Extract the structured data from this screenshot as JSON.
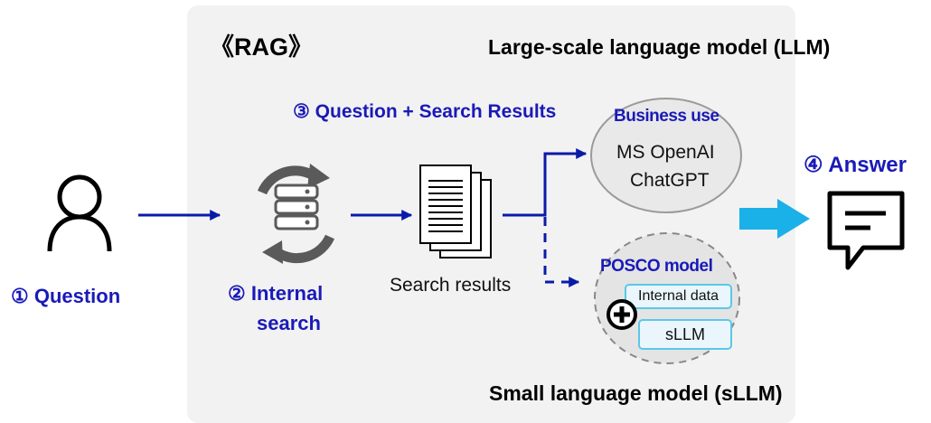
{
  "panel": {
    "title": "《RAG》"
  },
  "llm": {
    "title": "Large-scale language model (LLM)",
    "business_use": "Business use",
    "line1": "MS OpenAI",
    "line2": "ChatGPT"
  },
  "sllm": {
    "title": "Small language model (sLLM)",
    "model_name": "POSCO model",
    "internal_data": "Internal data",
    "sllm_label": "sLLM"
  },
  "steps": {
    "question": "① Question",
    "internal_search_line1": "② Internal",
    "internal_search_line2": "search",
    "question_plus_results": "③ Question + Search Results",
    "answer": "④ Answer"
  },
  "documents": {
    "label": "Search results"
  },
  "colors": {
    "panel_bg": "#f2f2f2",
    "accent_blue": "#1a1ab8",
    "arrow_blue": "#0a1aa8",
    "answer_arrow": "#1ab0e8",
    "box_border": "#5bc7e8"
  },
  "icons": [
    "person-icon",
    "database-sync-icon",
    "document-stack-icon",
    "chat-bubble-icon",
    "plus-circle-icon"
  ]
}
